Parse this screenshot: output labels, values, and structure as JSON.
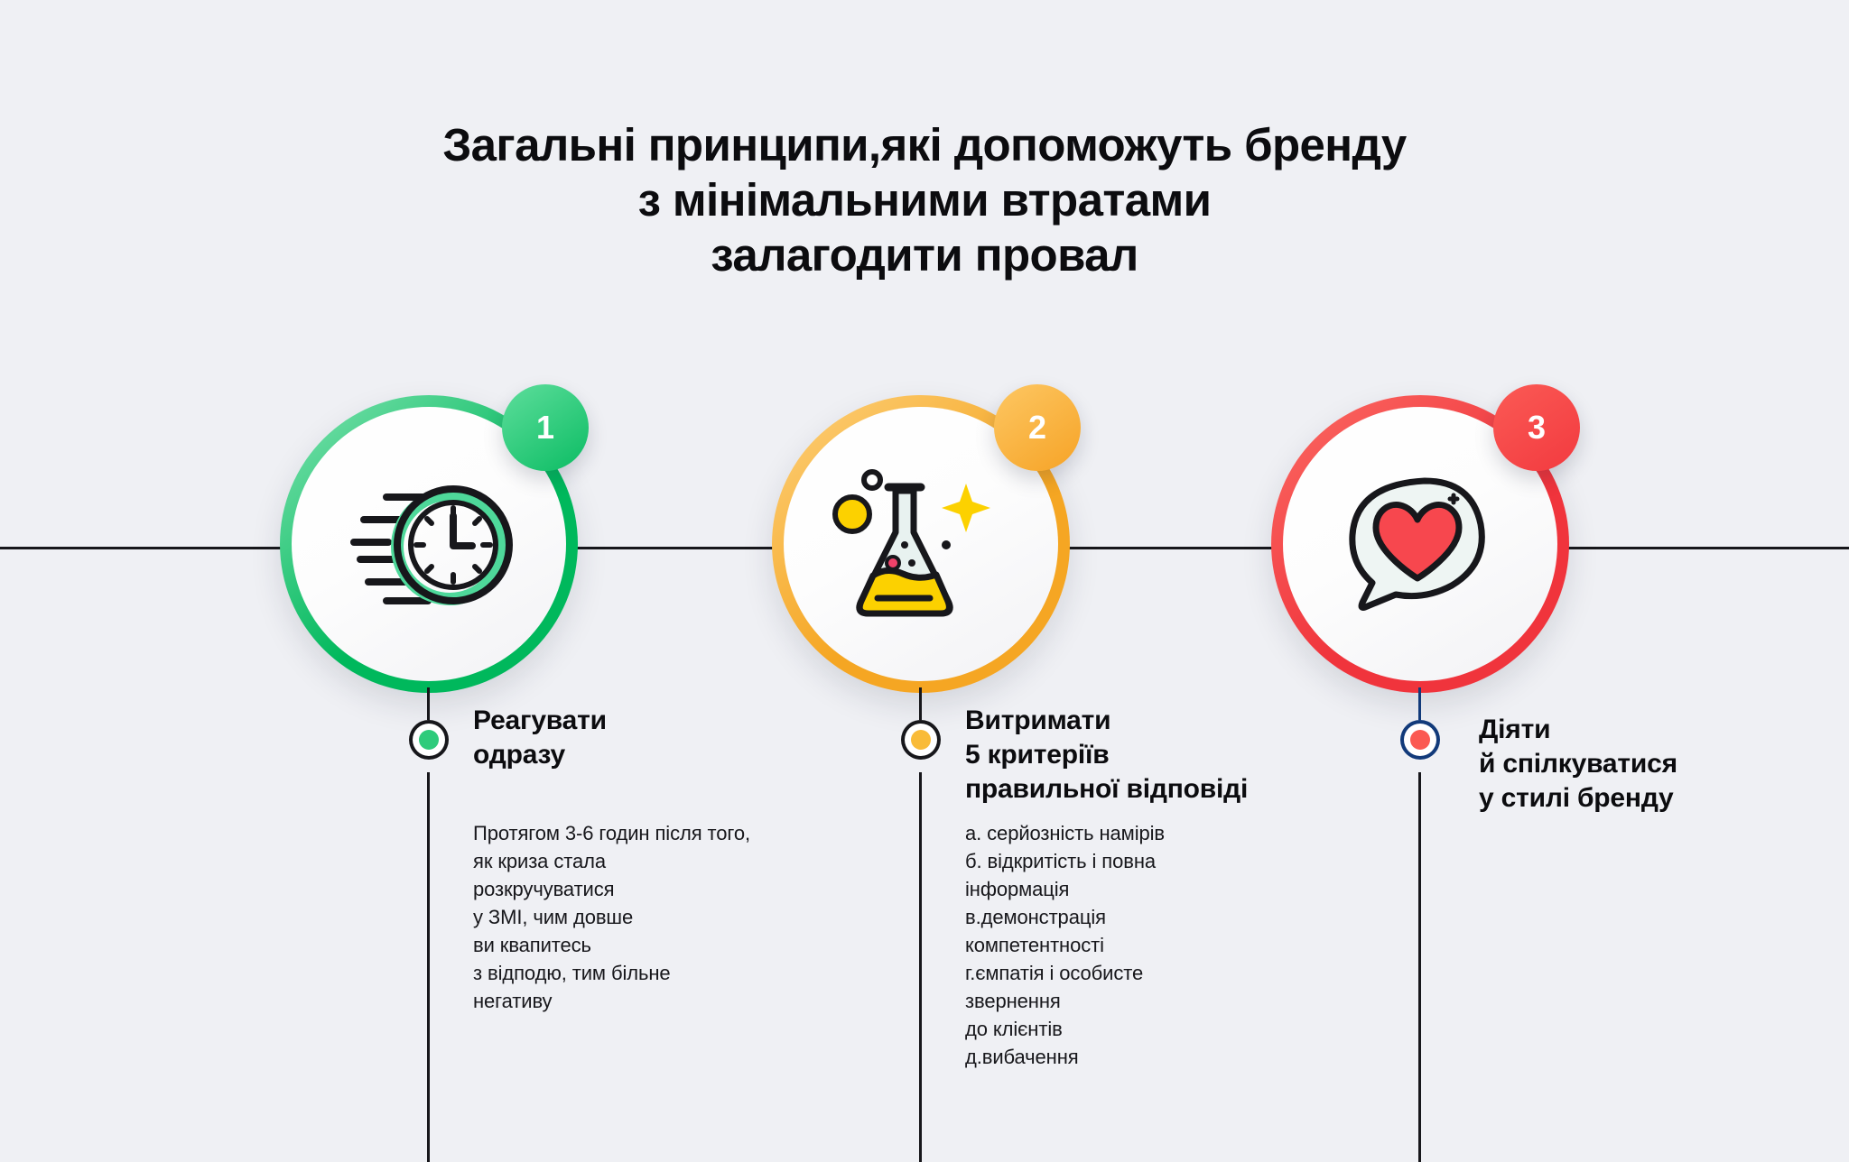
{
  "background_color": "#eff0f4",
  "title": {
    "line1": "Загальні принципи,які допоможуть бренду",
    "line2": "з мінімальними втратами",
    "line3": "залагодити провал"
  },
  "steps": [
    {
      "number": "1",
      "accent_color": "#16c172",
      "badge_gradient_from": "#5ede9c",
      "badge_gradient_to": "#0bbc63",
      "ring_gradient_from": "#7fe3b0",
      "ring_gradient_to": "#00b85c",
      "node_ring_color": "#17171b",
      "node_core_color": "#2ecb7b",
      "icon_name": "fast-clock-icon",
      "heading": "Реагувати\nодразу",
      "body": "Протягом 3-6 годин після того,\nяк криза стала\nрозкручуватися\nу ЗМІ, чим довше\nви квапитесь\nз відподю, тим більне\nнегативу"
    },
    {
      "number": "2",
      "accent_color": "#fbb040",
      "badge_gradient_from": "#fdc763",
      "badge_gradient_to": "#f6a326",
      "ring_gradient_from": "#fdd07a",
      "ring_gradient_to": "#f5a623",
      "node_ring_color": "#17171b",
      "node_core_color": "#f9bb38",
      "icon_name": "lab-flask-icon",
      "heading": "Витримати\n5 критеріїв\nправильної відповіді",
      "body": "а. серйозність намірів\nб. відкритість і повна\nінформація\nв.демонстрація\nкомпетентності\nг.ємпатія і особисте\nзвернення\nдо клієнтів\nд.вибачення"
    },
    {
      "number": "3",
      "accent_color": "#f7474e",
      "badge_gradient_from": "#fb5a55",
      "badge_gradient_to": "#f23a3f",
      "ring_gradient_from": "#fb6a63",
      "ring_gradient_to": "#f0343c",
      "node_ring_color": "#123a7a",
      "node_core_color": "#fb5952",
      "icon_name": "heart-speech-bubble-icon",
      "heading": "Діяти\nй спілкуватися\nу стилі бренду",
      "body": ""
    }
  ]
}
